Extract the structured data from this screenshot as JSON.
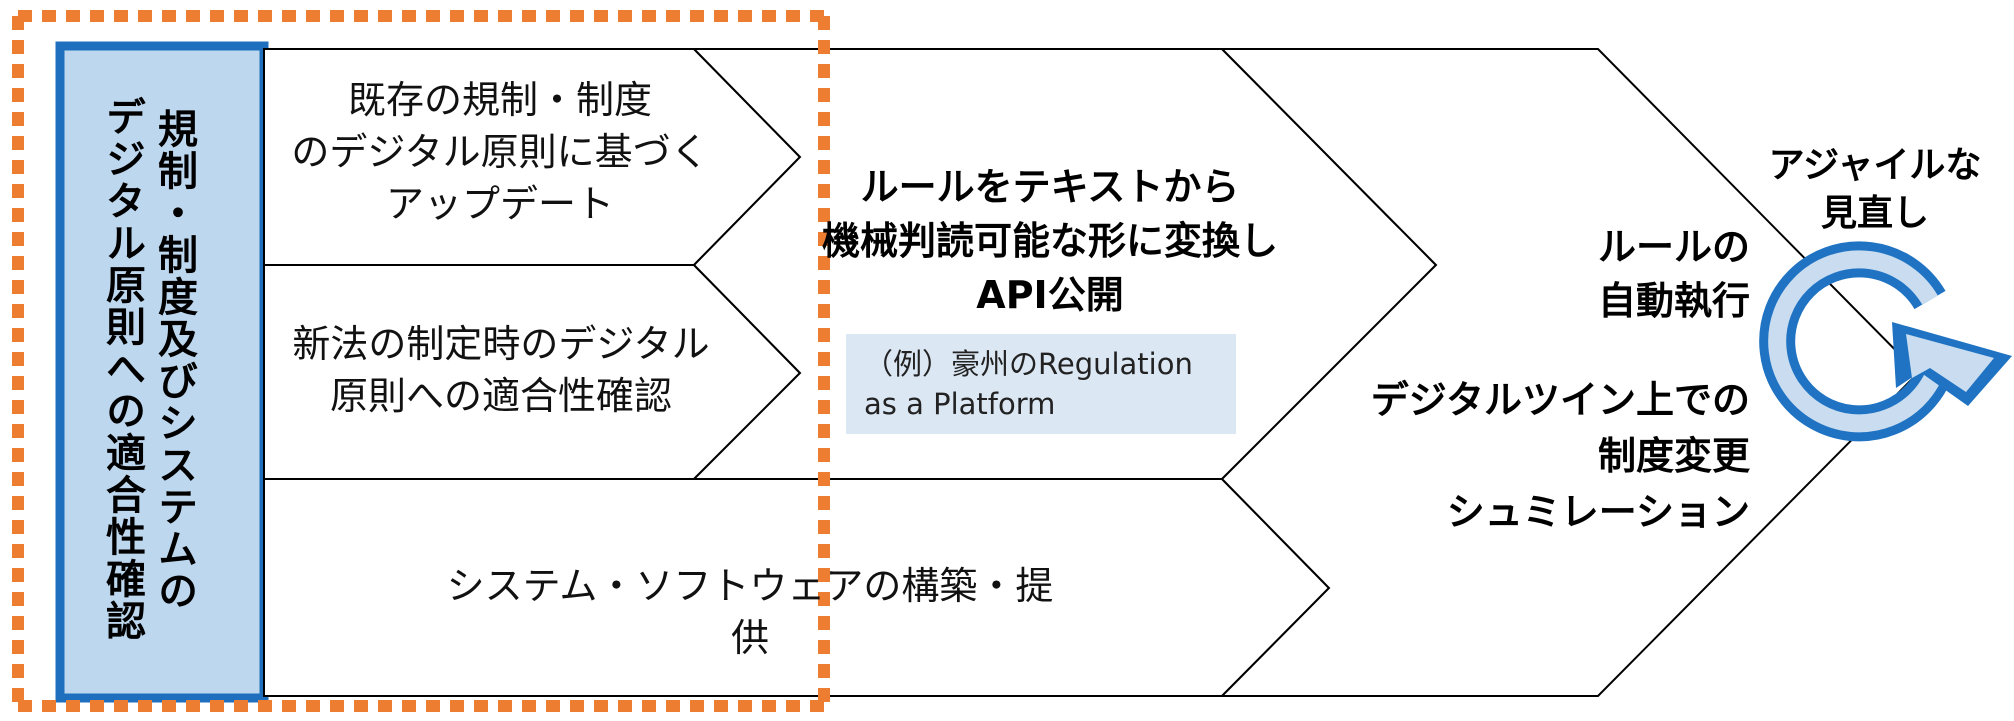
{
  "left_column": {
    "line1": "規制・制度及びシステムの",
    "line2": "デジタル原則への適合性確認"
  },
  "row1_upper": "既存の規制・制度\nのデジタル原則に基づく\nアップデート",
  "row1_lower": "新法の制定時のデジタル\n原則への適合性確認",
  "row2": "システム・ソフトウェアの構築・提供",
  "middle": {
    "title": "ルールをテキストから\n機械判読可能な形に変換し\nAPI公開",
    "example": "（例）豪州のRegulation\nas a Platform"
  },
  "right": {
    "auto_exec": "ルールの\n自動執行",
    "digital_twin": "デジタルツイン上での\n制度変更\nシュミレーション"
  },
  "agile": "アジャイルな\n見直し",
  "colors": {
    "orange_dash": "#ed7d31",
    "blue_border": "#1f6fbf",
    "light_blue_fill": "#bdd7ee",
    "cycle_blue": "#1f73c2",
    "cycle_light": "#c9dcf0",
    "example_bg": "#dbe7f3"
  },
  "icons": {
    "cycle": "refresh-cycle-icon"
  }
}
